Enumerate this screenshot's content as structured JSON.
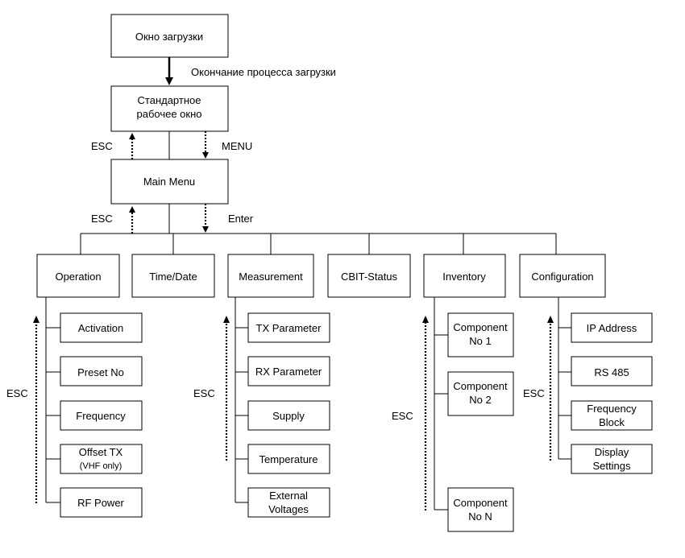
{
  "top": {
    "boot_window": "Окно загрузки",
    "boot_done": "Окончание процесса загрузки",
    "std_line1": "Стандартное",
    "std_line2": "рабочее окно",
    "esc": "ESC",
    "menu": "MENU",
    "main_menu": "Main Menu",
    "enter": "Enter"
  },
  "menus": {
    "operation": "Operation",
    "timedate": "Time/Date",
    "measurement": "Measurement",
    "cbit": "CBIT-Status",
    "inventory": "Inventory",
    "configuration": "Configuration"
  },
  "operation_items": [
    "Activation",
    "Preset No",
    "Frequency",
    "Offset TX",
    "(VHF only)",
    "RF Power"
  ],
  "measurement_items": [
    "TX Parameter",
    "RX Parameter",
    "Supply",
    "Temperature",
    "External",
    "Voltages"
  ],
  "inventory_items": [
    "Component",
    "No 1",
    "Component",
    "No 2",
    "Component",
    "No N"
  ],
  "configuration_items": [
    "IP Address",
    "RS 485",
    "Frequency",
    "Block",
    "Display",
    "Settings"
  ],
  "esc_label": "ESC"
}
